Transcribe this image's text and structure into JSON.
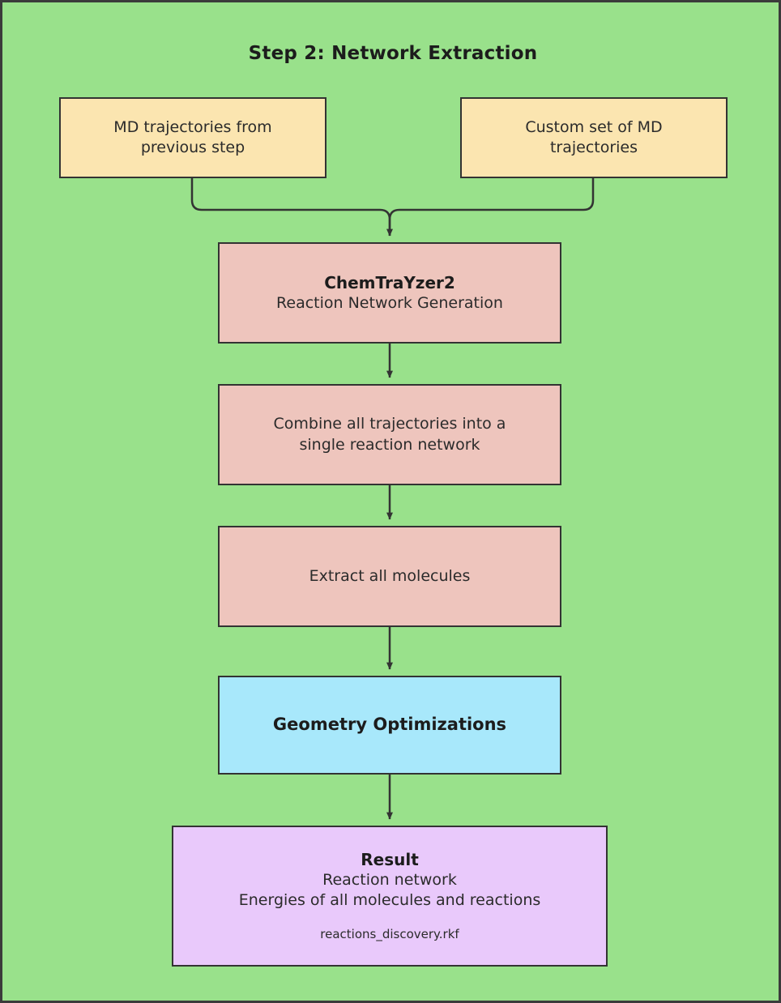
{
  "diagram": {
    "title": "Step 2: Network Extraction",
    "background_color": "#99e18b",
    "border_color": "#333333",
    "nodes": {
      "md_previous": {
        "line1": "MD trajectories from",
        "line2": "previous step",
        "color": "#fbe5b0"
      },
      "md_custom": {
        "line1": "Custom set of MD",
        "line2": "trajectories",
        "color": "#fbe5b0"
      },
      "chemtrayzer2": {
        "line1": "ChemTraYzer2",
        "line2": "Reaction Network Generation",
        "color": "#eec5bd"
      },
      "combine": {
        "line1": "Combine all trajectories into a",
        "line2": "single reaction network",
        "color": "#eec5bd"
      },
      "extract": {
        "line1": "Extract all molecules",
        "color": "#eec5bd"
      },
      "geometry_optimizations": {
        "line1": "Geometry Optimizations",
        "color": "#a8e8fb"
      },
      "result": {
        "line1": "Result",
        "line2": "Reaction network",
        "line3": "Energies of all molecules and reactions",
        "line4": "reactions_discovery.rkf",
        "color": "#e9c9fb"
      }
    }
  }
}
